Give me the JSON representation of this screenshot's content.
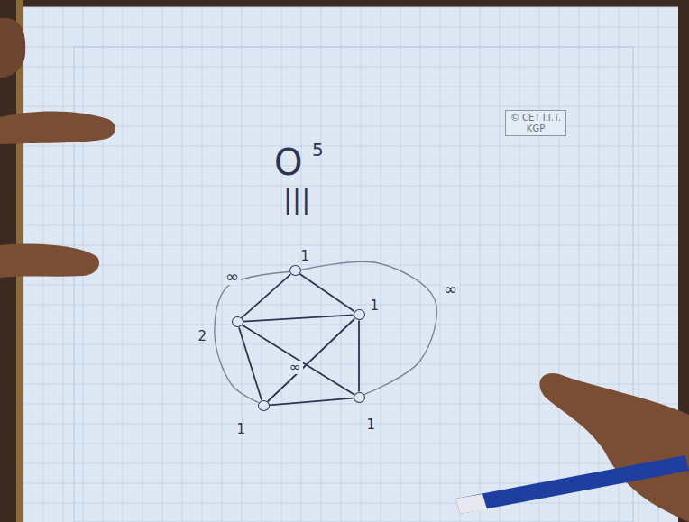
{
  "diagram": {
    "nodes": [
      {
        "text": [
          "1"
        ]
      },
      {
        "text": [
          "2"
        ]
      },
      {
        "text": [
          "1"
        ]
      },
      {
        "text": [
          "1"
        ]
      },
      {
        "text": [
          "1"
        ]
      }
    ],
    "edges": [
      {
        "from": 0,
        "to": 2,
        "arrow": "none"
      },
      {
        "from": 2,
        "to": 4,
        "arrow": "none"
      },
      {
        "from": 4,
        "to": 3,
        "arrow": "none"
      },
      {
        "from": 3,
        "to": 1,
        "arrow": "none"
      },
      {
        "from": 1,
        "to": 0,
        "arrow": "none"
      },
      {
        "from": 1,
        "to": 2,
        "arrow": "none"
      },
      {
        "from": 1,
        "to": 4,
        "arrow": "none"
      },
      {
        "from": 2,
        "to": 3,
        "arrow": "none"
      },
      {
        "from": 0,
        "to": 3,
        "arrow": "none"
      },
      {
        "from": 0,
        "to": 4,
        "arrow": "none"
      }
    ],
    "labels": [
      "O",
      "5",
      "|||",
      "∞",
      "∞",
      "∞",
      "© CET I.I.T. KGP"
    ]
  }
}
